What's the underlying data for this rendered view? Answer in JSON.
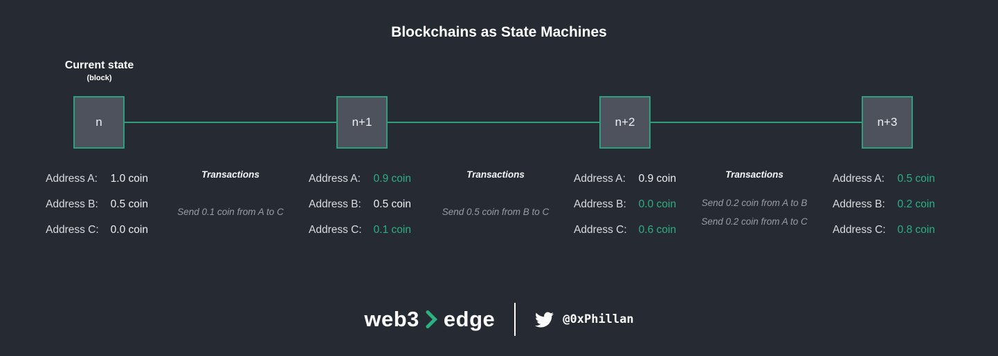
{
  "title": "Blockchains as State Machines",
  "current_state": {
    "title": "Current state",
    "subtitle": "(block)"
  },
  "blocks": [
    {
      "label": "n"
    },
    {
      "label": "n+1"
    },
    {
      "label": "n+2"
    },
    {
      "label": "n+3"
    }
  ],
  "states": [
    {
      "rows": [
        {
          "label": "Address A:",
          "value": "1.0 coin",
          "changed": false
        },
        {
          "label": "Address B:",
          "value": "0.5 coin",
          "changed": false
        },
        {
          "label": "Address C:",
          "value": "0.0 coin",
          "changed": false
        }
      ]
    },
    {
      "rows": [
        {
          "label": "Address A:",
          "value": "0.9 coin",
          "changed": true
        },
        {
          "label": "Address B:",
          "value": "0.5 coin",
          "changed": false
        },
        {
          "label": "Address C:",
          "value": "0.1 coin",
          "changed": true
        }
      ]
    },
    {
      "rows": [
        {
          "label": "Address A:",
          "value": "0.9 coin",
          "changed": false
        },
        {
          "label": "Address B:",
          "value": "0.0 coin",
          "changed": true
        },
        {
          "label": "Address C:",
          "value": "0.6 coin",
          "changed": true
        }
      ]
    },
    {
      "rows": [
        {
          "label": "Address A:",
          "value": "0.5 coin",
          "changed": true
        },
        {
          "label": "Address B:",
          "value": "0.2 coin",
          "changed": true
        },
        {
          "label": "Address C:",
          "value": "0.8 coin",
          "changed": true
        }
      ]
    }
  ],
  "transactions": [
    {
      "heading": "Transactions",
      "lines": [
        "Send 0.1 coin from A to C"
      ]
    },
    {
      "heading": "Transactions",
      "lines": [
        "Send 0.5 coin from B to C"
      ]
    },
    {
      "heading": "Transactions",
      "lines": [
        "Send 0.2 coin from A to B",
        "Send 0.2 coin from A to C"
      ]
    }
  ],
  "footer": {
    "brand_left": "web3",
    "brand_right": "edge",
    "handle": "@0xPhillan"
  },
  "icons": {
    "brand_chevron": "chevron-right-icon",
    "twitter": "twitter-bird-icon"
  },
  "colors": {
    "background": "#262a33",
    "accent_green": "#2bb182",
    "block_fill": "#4d525c",
    "block_border": "#2f9f7d",
    "text_primary": "#ffffff",
    "text_secondary": "#d9dbdf",
    "text_muted": "#9a9da4"
  }
}
